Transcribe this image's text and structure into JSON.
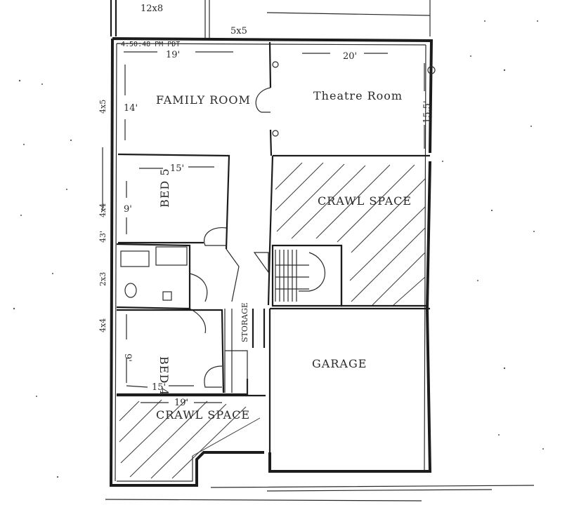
{
  "top_labels": {
    "patch_top": "12x8",
    "patch_entry": "5x5"
  },
  "timestamp": "4:50:48 PM PDT",
  "rooms": {
    "family_room": "FAMILY ROOM",
    "theatre_room": "Theatre Room",
    "bed5": "BED 5",
    "bed4": "BED 4",
    "crawl_space_upper": "CRAWL SPACE",
    "crawl_space_lower": "CRAWL SPACE",
    "garage": "GARAGE",
    "storage": "STORAGE"
  },
  "dimensions": {
    "family_width": "19'",
    "family_height": "14'",
    "theatre_width": "20'",
    "theatre_height": "15.5'",
    "bed5_width": "15'",
    "bed5_height": "9'",
    "bed4_width": "15'",
    "bed4_height": "9'",
    "crawl_width": "19'"
  },
  "side_labels": {
    "left_4x5": "4x5",
    "left_43": "43'",
    "left_4x4": "4x4",
    "left_2x3": "2x3",
    "left_4x4b": "4x4"
  }
}
